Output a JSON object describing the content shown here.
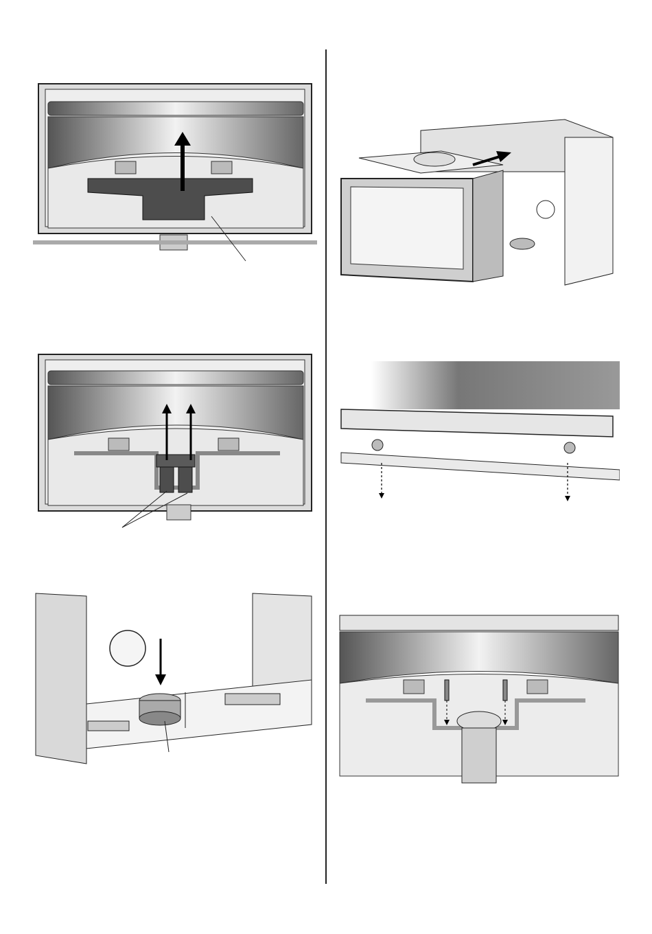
{
  "page": {
    "background": "#ffffff",
    "figures": [
      {
        "name": "fig-remove-baffle-plate",
        "arrows": 1
      },
      {
        "name": "fig-remove-two-plates",
        "arrows": 2
      },
      {
        "name": "fig-insert-flue-collar",
        "arrows": 1
      },
      {
        "name": "fig-slide-in-insert",
        "arrows": 1
      },
      {
        "name": "fig-align-legs",
        "arrows": 2
      },
      {
        "name": "fig-fasten-screws",
        "arrows": 2
      }
    ]
  },
  "colors": {
    "steel_light": "#e6e6e6",
    "steel_mid": "#bdbdbd",
    "steel_dark": "#555555",
    "plate_dark": "#4d4d4d",
    "outline": "#222222"
  }
}
